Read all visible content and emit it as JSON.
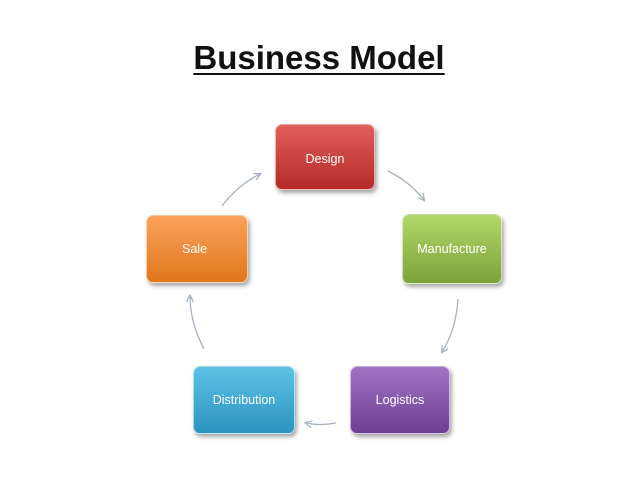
{
  "slide": {
    "title": "Business Model"
  },
  "cycle": {
    "steps": [
      {
        "label": "Design",
        "color": "#c9403c"
      },
      {
        "label": "Manufacture",
        "color": "#8fb94a"
      },
      {
        "label": "Logistics",
        "color": "#8055a8"
      },
      {
        "label": "Distribution",
        "color": "#3aa6d1"
      },
      {
        "label": "Sale",
        "color": "#f08a2e"
      }
    ],
    "arrow_color": "#a6b2bf"
  }
}
